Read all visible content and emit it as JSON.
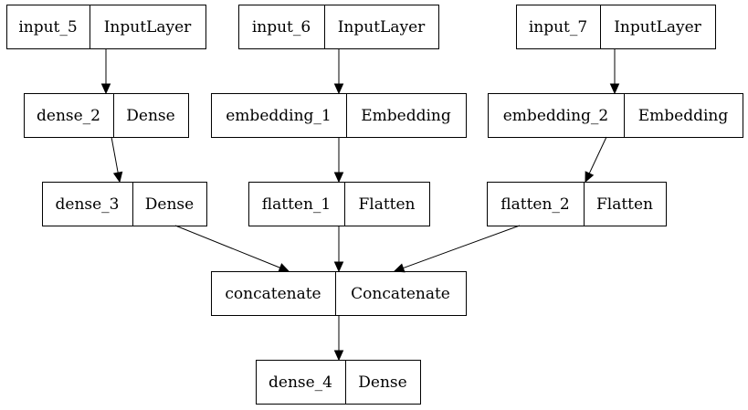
{
  "diagram": {
    "nodes": [
      {
        "id": "input_5",
        "name": "input_5",
        "type": "InputLayer"
      },
      {
        "id": "input_6",
        "name": "input_6",
        "type": "InputLayer"
      },
      {
        "id": "input_7",
        "name": "input_7",
        "type": "InputLayer"
      },
      {
        "id": "dense_2",
        "name": "dense_2",
        "type": "Dense"
      },
      {
        "id": "embedding_1",
        "name": "embedding_1",
        "type": "Embedding"
      },
      {
        "id": "embedding_2",
        "name": "embedding_2",
        "type": "Embedding"
      },
      {
        "id": "dense_3",
        "name": "dense_3",
        "type": "Dense"
      },
      {
        "id": "flatten_1",
        "name": "flatten_1",
        "type": "Flatten"
      },
      {
        "id": "flatten_2",
        "name": "flatten_2",
        "type": "Flatten"
      },
      {
        "id": "concatenate",
        "name": "concatenate",
        "type": "Concatenate"
      },
      {
        "id": "dense_4",
        "name": "dense_4",
        "type": "Dense"
      }
    ],
    "edges": [
      {
        "from": "input_5",
        "to": "dense_2"
      },
      {
        "from": "input_6",
        "to": "embedding_1"
      },
      {
        "from": "input_7",
        "to": "embedding_2"
      },
      {
        "from": "dense_2",
        "to": "dense_3"
      },
      {
        "from": "embedding_1",
        "to": "flatten_1"
      },
      {
        "from": "embedding_2",
        "to": "flatten_2"
      },
      {
        "from": "dense_3",
        "to": "concatenate"
      },
      {
        "from": "flatten_1",
        "to": "concatenate"
      },
      {
        "from": "flatten_2",
        "to": "concatenate"
      },
      {
        "from": "concatenate",
        "to": "dense_4"
      }
    ]
  }
}
